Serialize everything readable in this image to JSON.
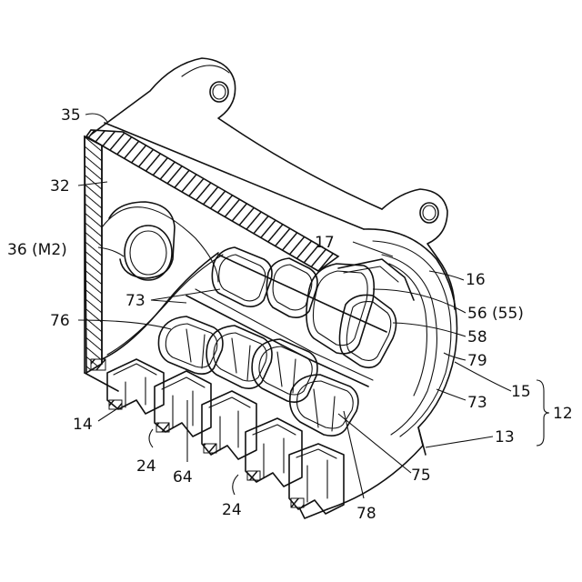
{
  "figure": {
    "colors": {
      "ink": "#111111",
      "background": "#ffffff"
    },
    "labels": {
      "l35": "35",
      "l32": "32",
      "l36": "36 (M2)",
      "l73a": "73",
      "l76": "76",
      "l14": "14",
      "l24a": "24",
      "l64": "64",
      "l24b": "24",
      "l78": "78",
      "l75": "75",
      "l13": "13",
      "l12": "12",
      "l15": "15",
      "l73b": "73",
      "l79": "79",
      "l58": "58",
      "l56": "56 (55)",
      "l16": "16",
      "l17": "17"
    }
  }
}
